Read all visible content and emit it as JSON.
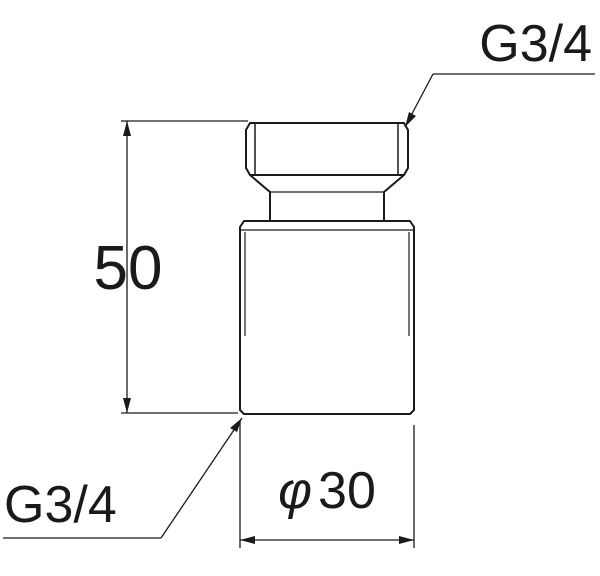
{
  "labels": {
    "top_thread": "G3/4",
    "bottom_thread": "G3/4",
    "height": "50",
    "diameter_symbol": "φ",
    "diameter_value": "30"
  },
  "colors": {
    "line": "#1a1a1a",
    "background": "#ffffff"
  }
}
